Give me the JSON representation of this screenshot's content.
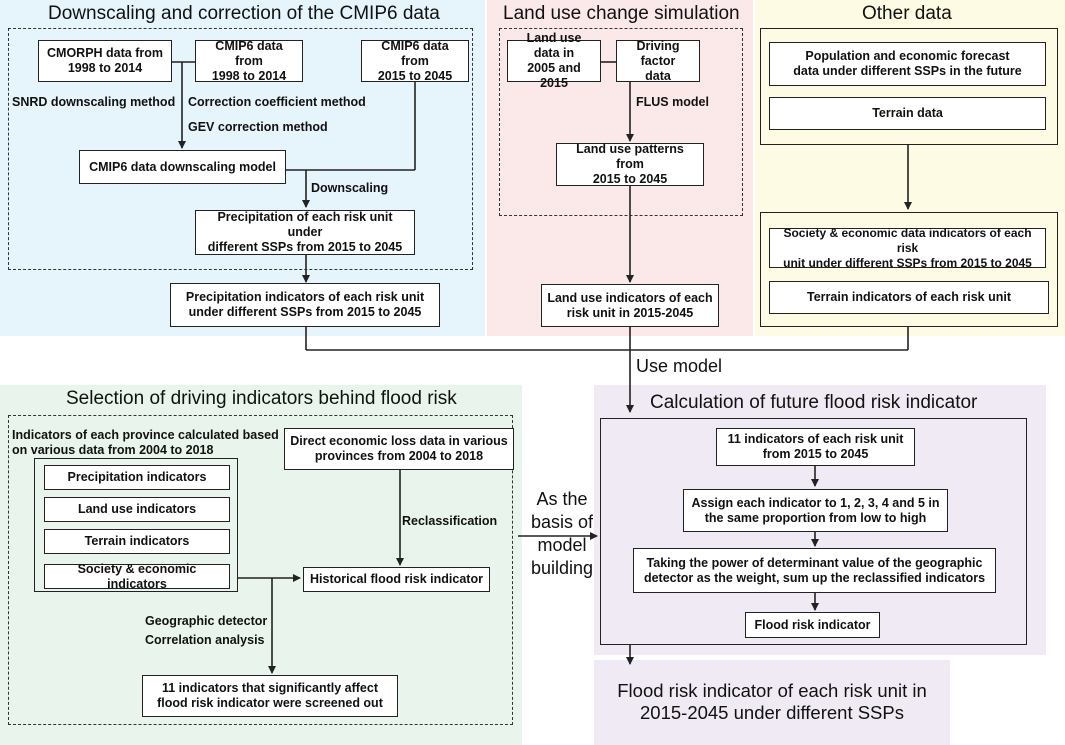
{
  "panels": {
    "downscaling": {
      "title": "Downscaling and correction of the CMIP6 data",
      "cmorph": "CMORPH data from\n1998 to 2014",
      "cmip6_hist": "CMIP6 data from\n1998 to 2014",
      "cmip6_future": "CMIP6 data from\n2015 to 2045",
      "snrd": "SNRD downscaling method",
      "correction_coef": "Correction coefficient method",
      "gev": "GEV correction method",
      "model": "CMIP6 data downscaling model",
      "downscaling_label": "Downscaling",
      "precip_unit": "Precipitation of each risk unit under\ndifferent SSPs from 2015 to 2045",
      "precip_indicators": "Precipitation indicators of each risk unit\nunder different SSPs from 2015 to 2045"
    },
    "landuse": {
      "title": "Land use change simulation",
      "landuse_data": "Land use data in\n2005 and 2015",
      "driving_factor": "Driving factor\ndata",
      "flus": "FLUS model",
      "patterns": "Land use patterns from\n2015 to 2045",
      "indicators": "Land use indicators of each\nrisk unit in 2015-2045"
    },
    "other": {
      "title": "Other data",
      "population": "Population and economic forecast\ndata under different SSPs in the future",
      "terrain": "Terrain data",
      "society": "Society & economic data indicators of each risk\nunit under different SSPs from 2015 to 2045",
      "terrain_indicators": "Terrain indicators of each risk unit"
    },
    "selection": {
      "title": "Selection of driving indicators behind flood risk",
      "province_header": "Indicators of each province calculated based\non various data from 2004 to 2018",
      "list": [
        "Precipitation indicators",
        "Land use indicators",
        "Terrain indicators",
        "Society & economic indicators"
      ],
      "loss_data": "Direct economic loss data in various\nprovinces from 2004 to 2018",
      "reclassification": "Reclassification",
      "historical": "Historical flood risk indicator",
      "geo_detector": "Geographic detector",
      "correlation": "Correlation analysis",
      "screened": "11 indicators that significantly affect\nflood risk indicator were screened out"
    },
    "calculation": {
      "title": "Calculation of future flood risk indicator",
      "eleven": "11 indicators of each risk unit\nfrom 2015 to 2045",
      "assign": "Assign each indicator to 1, 2, 3, 4 and 5 in\nthe same proportion from low to high",
      "power": "Taking the power of determinant value of the geographic\ndetector as the weight, sum up the reclassified indicators",
      "flood_risk": "Flood risk indicator"
    }
  },
  "use_model": "Use model",
  "basis": "As the\nbasis of\nmodel\nbuilding",
  "output": "Flood risk indicator of each risk unit in\n2015-2045 under different SSPs",
  "colors": {
    "blue": "#e6f4fb",
    "pink": "#fbe9ea",
    "yellow": "#fdfbe3",
    "green": "#e9f5ec",
    "purple": "#efeaf4",
    "line": "#222222"
  }
}
